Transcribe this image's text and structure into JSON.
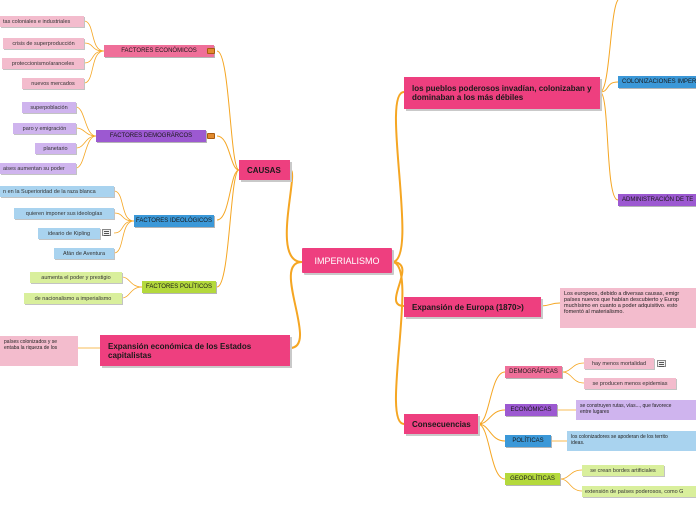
{
  "center": "IMPERIALISMO",
  "causas": {
    "label": "CAUSAS",
    "economicos": {
      "label": "FACTORES ECONÓMICOS",
      "items": [
        "tas coloniales e industriales",
        "crisis de superproducción",
        "proteccionismo/aranceles",
        "nuevos mercados"
      ]
    },
    "demograficos": {
      "label": "FACTORES DEMOGRÁRCOS",
      "items": [
        "superpoblación",
        "paro y emigración",
        "planetario",
        "aises aumentan su poder"
      ]
    },
    "ideologicos": {
      "label": "FACTORES IDEOLÓGICOS",
      "items": [
        "n en la Superioridad de la raza blanca",
        "quieren imponer sus ideologías",
        "ideario de Kipling",
        "Afán de Aventura"
      ]
    },
    "politicos": {
      "label": "FACTORES POLÍTICOS",
      "items": [
        "aumenta el poder y prestigio",
        "de nacionalismo a imperialismo"
      ]
    }
  },
  "expansion_economica": {
    "label": "Expansión económica de los Estados capitalistas",
    "note": "países colonizados y se\nentaba la riqueza de los"
  },
  "pueblos": {
    "label": "los pueblos poderosos invadían, colonizaban  y dominaban a los más débiles",
    "colonizaciones": "COLONIZACIONES IMPER",
    "administracion": "ADMINISTRACIÓN DE TE"
  },
  "expansion_europa": {
    "label": "Expansión de Europa (1870>)",
    "note": "Los europeos, debido a diversas causas, emigr\npaíses nuevos que habían descubierto y Europ\nmuchísimo en cuanto a poder adquisitivo. esto\nfomentó al materialismo."
  },
  "consecuencias": {
    "label": "Consecuencias",
    "demograficas": {
      "label": "DEMOGRÁFICAS",
      "items": [
        "hay menos mortalidad",
        "se producen menos epidemias"
      ]
    },
    "economicas": {
      "label": "ECONÓMICAS",
      "note": "se construyen rutas, vías..., que favorece\nentre lugares"
    },
    "politicas": {
      "label": "POLÍTICAS",
      "note": "los colonizadores se apoderan de los territo\nideas."
    },
    "geopoliticas": {
      "label": "GEOPOLÍTICAS",
      "items": [
        "se crean bordes artificiales",
        "extensión de países poderosos, como G"
      ]
    }
  },
  "colors": {
    "pink": "#ee3f7f",
    "orange_link": "#f5a623",
    "purple": "#9c59d1",
    "blue": "#3b98d8",
    "green": "#b4d93c"
  }
}
